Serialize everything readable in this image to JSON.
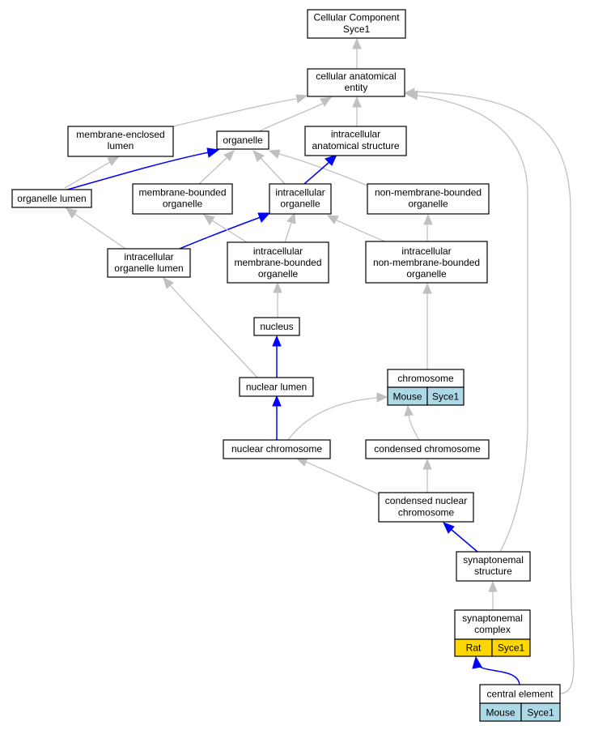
{
  "colors": {
    "gray_edge": "#c0c0c0",
    "blue_edge": "#0000ff",
    "mouse_cell": "#add8e6",
    "rat_cell": "#ffd700"
  },
  "nodes": {
    "cc": {
      "line1": "Cellular Component",
      "line2": "Syce1"
    },
    "cae": {
      "line1": "cellular anatomical",
      "line2": "entity"
    },
    "mel": {
      "line1": "membrane-enclosed",
      "line2": "lumen"
    },
    "org": {
      "line1": "organelle"
    },
    "ias": {
      "line1": "intracellular",
      "line2": "anatomical structure"
    },
    "orgl": {
      "line1": "organelle lumen"
    },
    "mbo": {
      "line1": "membrane-bounded",
      "line2": "organelle"
    },
    "io": {
      "line1": "intracellular",
      "line2": "organelle"
    },
    "nmbo": {
      "line1": "non-membrane-bounded",
      "line2": "organelle"
    },
    "iol": {
      "line1": "intracellular",
      "line2": "organelle lumen"
    },
    "imbo": {
      "line1": "intracellular",
      "line2": "membrane-bounded",
      "line3": "organelle"
    },
    "inmbo": {
      "line1": "intracellular",
      "line2": "non-membrane-bounded",
      "line3": "organelle"
    },
    "nuc": {
      "line1": "nucleus"
    },
    "nl": {
      "line1": "nuclear lumen"
    },
    "chr": {
      "line1": "chromosome",
      "cell1": "Mouse",
      "cell2": "Syce1"
    },
    "nchr": {
      "line1": "nuclear chromosome"
    },
    "cchr": {
      "line1": "condensed chromosome"
    },
    "cnc": {
      "line1": "condensed nuclear",
      "line2": "chromosome"
    },
    "ss": {
      "line1": "synaptonemal",
      "line2": "structure"
    },
    "sc": {
      "line1": "synaptonemal",
      "line2": "complex",
      "cell1": "Rat",
      "cell2": "Syce1"
    },
    "ce": {
      "line1": "central element",
      "cell1": "Mouse",
      "cell2": "Syce1"
    }
  }
}
